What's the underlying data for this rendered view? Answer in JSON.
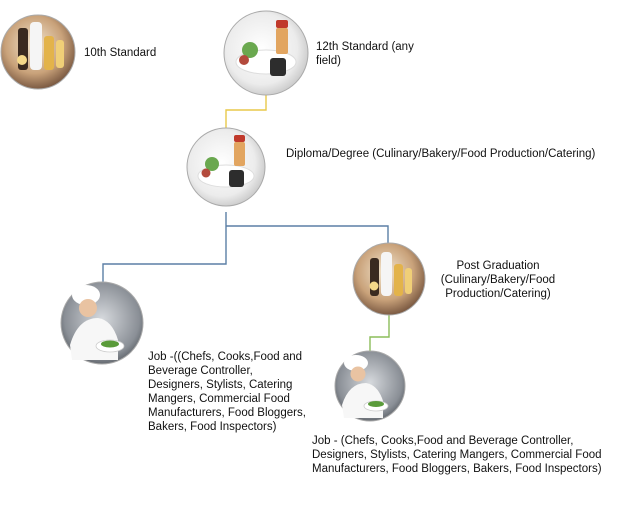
{
  "nodes": {
    "tenth": {
      "label": "10th Standard"
    },
    "twelfth": {
      "label": "12th Standard (any field)"
    },
    "diploma": {
      "label": "Diploma/Degree (Culinary/Bakery/Food Production/Catering)"
    },
    "job_left": {
      "label": "Job -((Chefs, Cooks,Food and Beverage Controller, Designers, Stylists, Catering Mangers, Commercial Food Manufacturers, Food Bloggers, Bakers, Food Inspectors)"
    },
    "postgrad": {
      "label": "Post Graduation (Culinary/Bakery/Food Production/Catering)"
    },
    "job_right": {
      "label": "Job - (Chefs, Cooks,Food and Beverage Controller, Designers, Stylists, Catering Mangers, Commercial Food Manufacturers, Food Bloggers, Bakers, Food Inspectors)"
    }
  },
  "colors": {
    "connector_yellow": "#e8c94a",
    "connector_blue": "#5b7fa6",
    "connector_green": "#8bbd5a"
  },
  "icons": {
    "tenth": "food-photo-icon",
    "twelfth": "plated-dish-photo-icon",
    "diploma": "plated-dish-photo-icon",
    "job_left": "chef-photo-icon",
    "postgrad": "food-photo-icon",
    "job_right": "chef-photo-icon"
  }
}
